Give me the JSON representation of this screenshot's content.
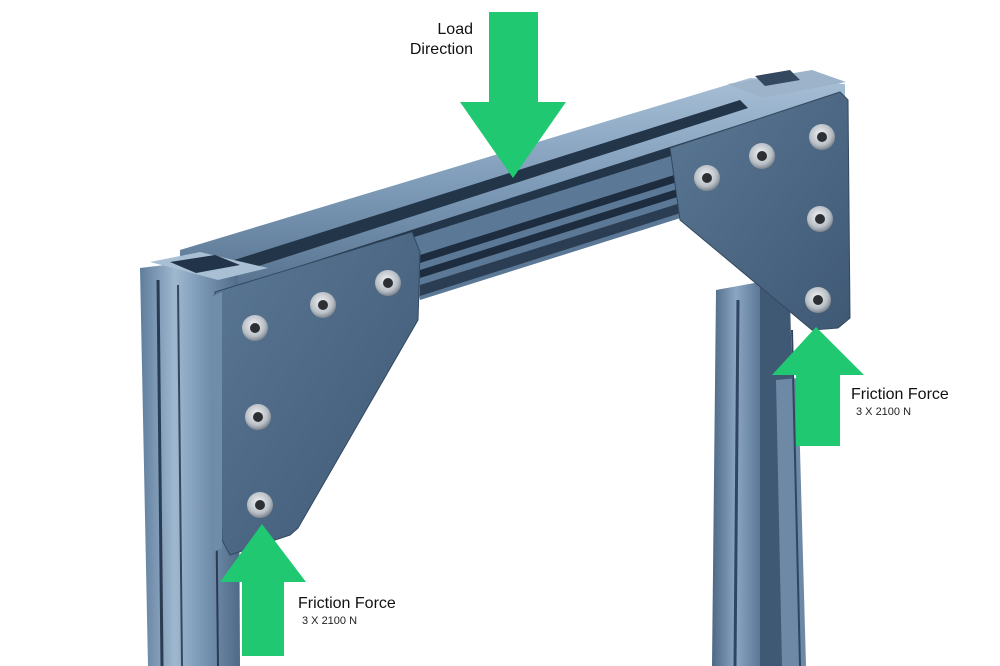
{
  "labels": {
    "load_line1": "Load",
    "load_line2": "Direction",
    "friction_right_title": "Friction Force",
    "friction_right_sub": "3 X 2100 N",
    "friction_left_title": "Friction Force",
    "friction_left_sub": "3 X 2100 N"
  },
  "colors": {
    "arrow": "#20c872",
    "extrusion": "#7d9ab8",
    "extrusion_dark": "#3d5672",
    "plate": "#4a6682",
    "bolt_ring": "#c8ccd0",
    "background": "#ffffff"
  },
  "icons": {
    "load_arrow": "arrow-down-icon",
    "friction_arrows": "arrow-up-icon",
    "fasteners": "socket-head-bolt-icon"
  }
}
